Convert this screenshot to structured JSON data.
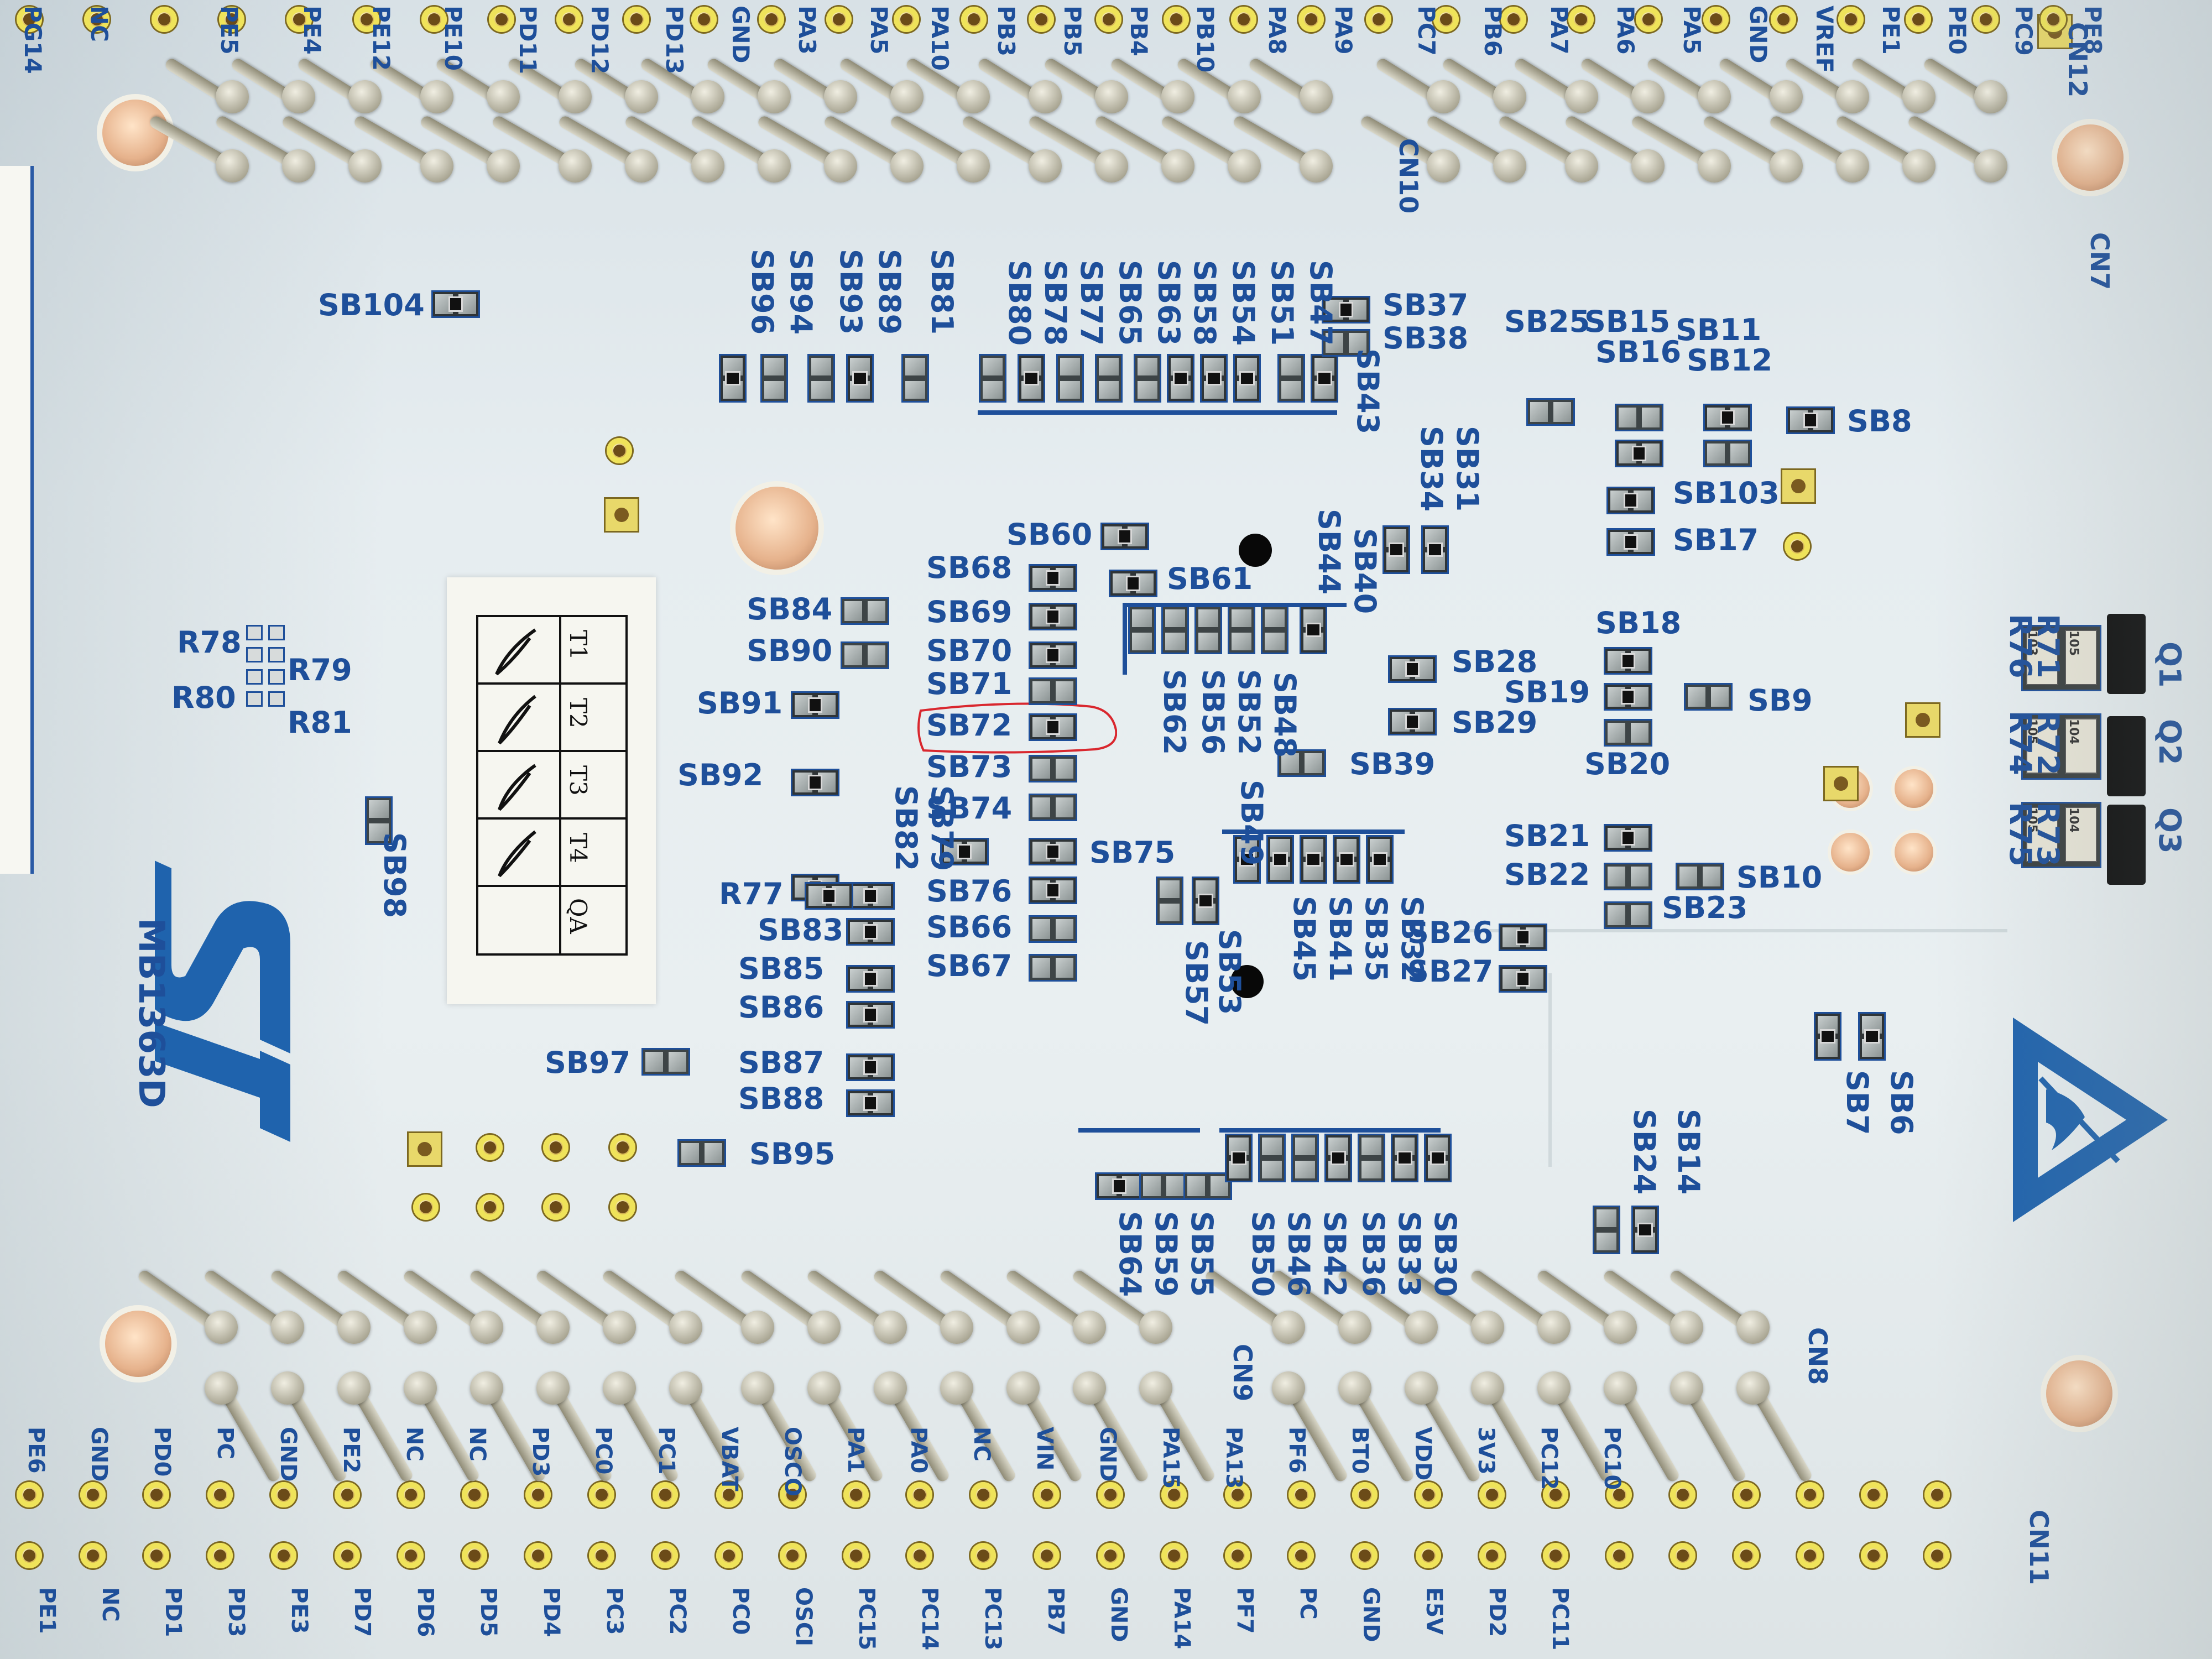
{
  "board": {
    "name": "MB1363D",
    "brand_logo": "ST"
  },
  "tag_table": {
    "columns": [
      "T1",
      "T2",
      "T3",
      "T4",
      "QA"
    ]
  },
  "highlight": {
    "label": "SB72",
    "color": "#d9272e"
  },
  "headers": {
    "top": [
      "PG14",
      "NC",
      "PE5",
      "PE4",
      "PE12",
      "PE10",
      "PD11",
      "PD12",
      "PD13",
      "GND",
      "PA3",
      "PA5",
      "PA10",
      "PB3",
      "PB5",
      "PB4",
      "PB10",
      "PA8",
      "PA9",
      "PC7",
      "PB6",
      "PA7",
      "PA6",
      "PA5",
      "GND",
      "VREF",
      "PE1",
      "PE0",
      "PC9",
      "PE8"
    ],
    "top_connectors": [
      "CN12",
      "CN10",
      "CN7"
    ],
    "bottom": [
      "PE6",
      "PE1",
      "GND",
      "NC",
      "PD0",
      "PD1",
      "PC",
      "PD3",
      "GND",
      "PE3",
      "PE2",
      "PD7",
      "NC",
      "PD6",
      "NC",
      "PD5",
      "PD3",
      "PD4",
      "PC0",
      "PC3",
      "PC1",
      "PC2",
      "VBAT",
      "PC0",
      "OSCO",
      "OSCI",
      "PA1",
      "PC15",
      "PA0",
      "PC14",
      "NC",
      "PC13",
      "VIN",
      "PB7",
      "GND",
      "GND",
      "PA15",
      "PA14",
      "PA13",
      "PF7",
      "PF6",
      "PC",
      "BT0",
      "GND",
      "VDD",
      "E5V",
      "3V3",
      "PD2",
      "PC12",
      "PC11",
      "PC10"
    ],
    "bottom_connectors": [
      "CN9",
      "CN8",
      "CN11"
    ]
  },
  "solder_bridges": [
    "SB104",
    "SB96",
    "SB94",
    "SB93",
    "SB89",
    "SB81",
    "SB80",
    "SB78",
    "SB77",
    "SB65",
    "SB63",
    "SB58",
    "SB54",
    "SB51",
    "SB47",
    "SB37",
    "SB38",
    "SB43",
    "SB25",
    "SB15",
    "SB11",
    "SB16",
    "SB12",
    "SB8",
    "SB103",
    "SB17",
    "SB34",
    "SB31",
    "SB40",
    "SB44",
    "SB60",
    "SB68",
    "SB61",
    "SB84",
    "SB69",
    "SB90",
    "SB70",
    "SB71",
    "SB91",
    "SB72",
    "SB62",
    "SB56",
    "SB52",
    "SB48",
    "SB28",
    "SB29",
    "SB39",
    "SB18",
    "SB19",
    "SB9",
    "SB20",
    "SB92",
    "SB73",
    "SB74",
    "SB79",
    "SB82",
    "SB75",
    "SB49",
    "SB21",
    "SB22",
    "SB10",
    "SB23",
    "SB76",
    "SB66",
    "SB67",
    "SB83",
    "SB85",
    "SB86",
    "SB53",
    "SB57",
    "SB45",
    "SB41",
    "SB35",
    "SB32",
    "SB26",
    "SB27",
    "SB97",
    "SB87",
    "SB88",
    "SB95",
    "SB98",
    "SB7",
    "SB6",
    "SB24",
    "SB14",
    "SB64",
    "SB59",
    "SB55",
    "SB50",
    "SB46",
    "SB42",
    "SB36",
    "SB33",
    "SB30"
  ],
  "resistors": [
    "R78",
    "R79",
    "R80",
    "R81",
    "R77",
    "R76",
    "R71",
    "R74",
    "R72",
    "R75",
    "R73"
  ],
  "transistors": [
    "Q1",
    "Q2",
    "Q3"
  ],
  "resistor_markings": [
    "103",
    "105",
    "105",
    "104",
    "105",
    "104"
  ],
  "colors": {
    "silkscreen": "#1e4f9a",
    "board": "#e6edf0",
    "pad_gold": "#e8d86a"
  }
}
